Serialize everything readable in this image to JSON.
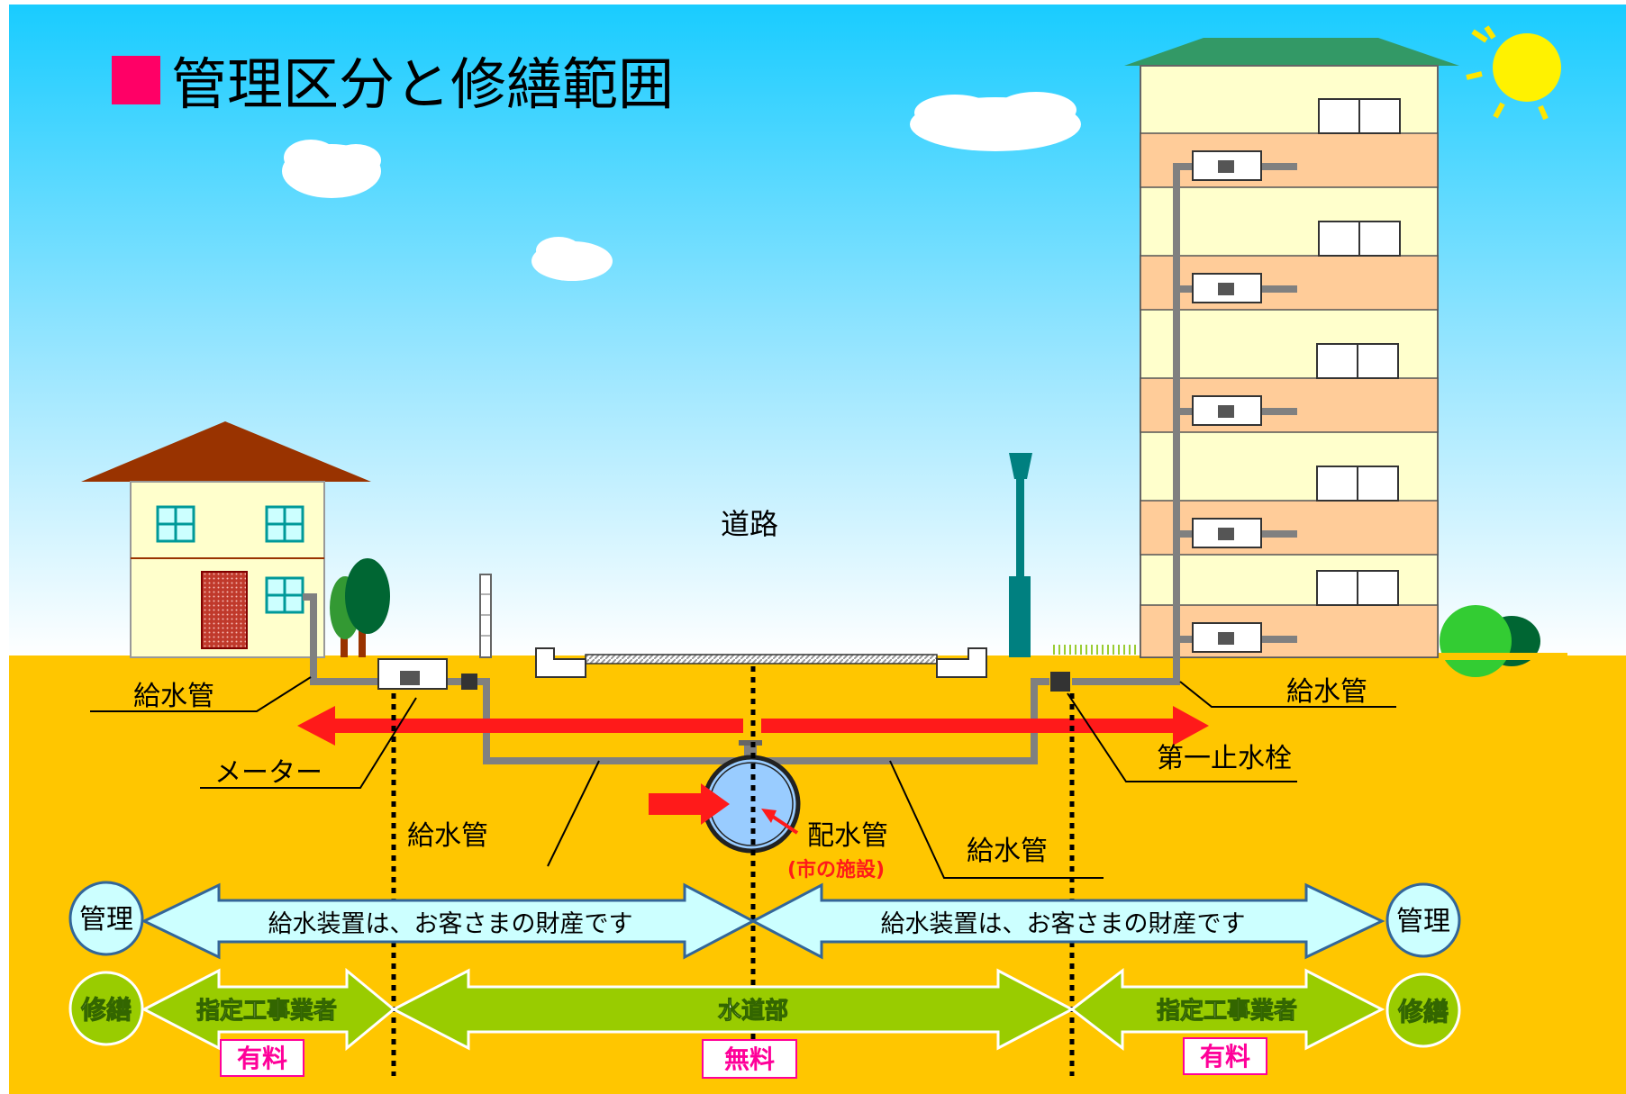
{
  "title": "■管理区分と修繕範囲",
  "labels": {
    "road": "道路",
    "supply_pipe_house": "給水管",
    "meter": "メーター",
    "supply_pipe_under_left": "給水管",
    "supply_pipe_under_right": "給水管",
    "supply_pipe_building": "給水管",
    "first_stop_valve": "第一止水栓",
    "distribution_pipe": "配水管",
    "city_facility": "(市の施設)"
  },
  "management": {
    "badge": "管理",
    "left_text": "給水装置は、お客さまの財産です",
    "right_text": "給水装置は、お客さまの財産です"
  },
  "repair": {
    "badge": "修繕",
    "left_contractor": "指定工事業者",
    "center_dept": "水道部",
    "right_contractor": "指定工事業者",
    "fee_left": "有料",
    "fee_center": "無料",
    "fee_right": "有料"
  },
  "colors": {
    "sky_top": "#19CCFF",
    "ground": "#FFC600",
    "title_marker": "#FF0066",
    "flow_arrow": "#FF1A1A",
    "manage_arrow": "#CCFFFF",
    "repair_arrow": "#99CC00",
    "fee_text": "#FF0099",
    "pipe": "#808080"
  }
}
